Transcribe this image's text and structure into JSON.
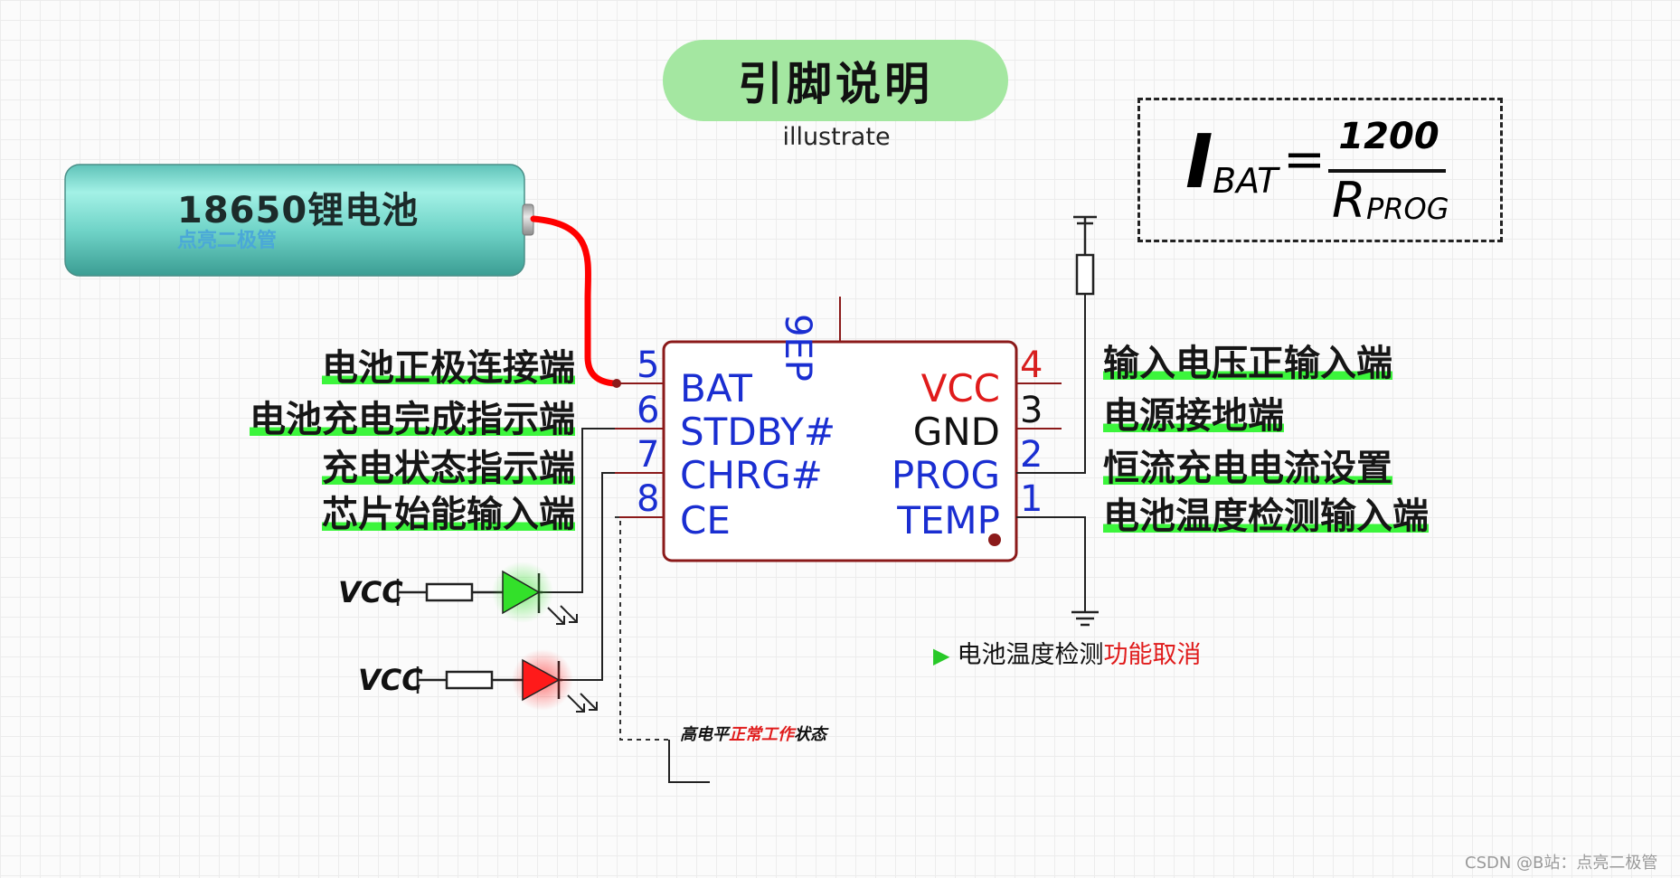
{
  "title": "引脚说明",
  "subtitle": "illustrate",
  "formula": {
    "I": "I",
    "I_sub": "BAT",
    "equals": "=",
    "numerator": "1200",
    "R": "R",
    "R_sub": "PROG"
  },
  "battery": {
    "label": "18650锂电池",
    "brand": "点亮二极管",
    "color": "#7fd8cc"
  },
  "chip": {
    "left_pins": [
      {
        "num": "5",
        "name": "BAT",
        "desc": "电池正极连接端"
      },
      {
        "num": "6",
        "name": "STDBY#",
        "desc": "电池充电完成指示端"
      },
      {
        "num": "7",
        "name": "CHRG#",
        "desc": "充电状态指示端"
      },
      {
        "num": "8",
        "name": "CE",
        "desc": "芯片始能输入端"
      }
    ],
    "right_pins": [
      {
        "num": "4",
        "name": "VCC",
        "desc": "输入电压正输入端"
      },
      {
        "num": "3",
        "name": "GND",
        "desc": "电源接地端"
      },
      {
        "num": "2",
        "name": "PROG",
        "desc": "恒流充电电流设置"
      },
      {
        "num": "1",
        "name": "TEMP",
        "desc": "电池温度检测输入端"
      }
    ],
    "top_pin": {
      "num": "9",
      "name": "EP"
    },
    "outline_color": "#8b1a1a"
  },
  "leds": [
    {
      "vcc": "VCC",
      "color": "#33e02a"
    },
    {
      "vcc": "VCC",
      "color": "#ff1a1a"
    }
  ],
  "temp_note": {
    "prefix": "电池温度检测",
    "highlight": "功能取消"
  },
  "ce_note": {
    "prefix": "高电平",
    "highlight": "正常工作",
    "suffix": "状态"
  },
  "watermark": "CSDN @B站：点亮二极管",
  "colors": {
    "highlight": "#3cf53c",
    "pin_blue": "#1a2ed1",
    "accent_red": "#e01b1b",
    "title_pill": "#a4e7a1"
  }
}
